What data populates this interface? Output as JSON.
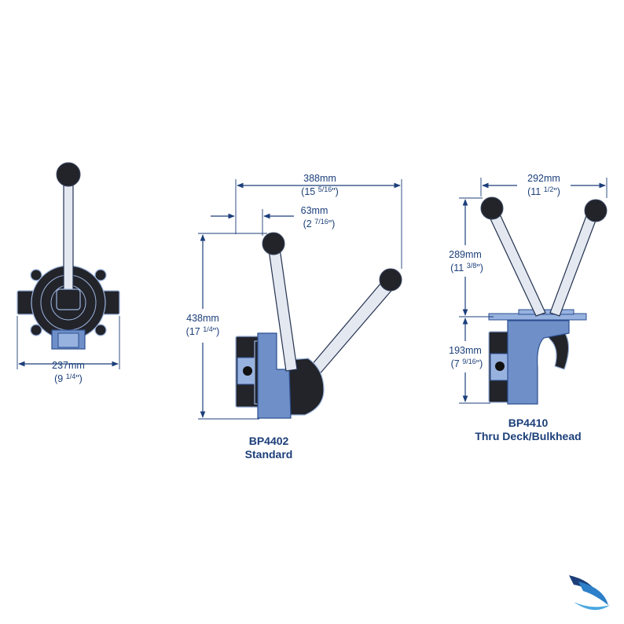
{
  "colors": {
    "dimension": "#1c3f7a",
    "pump_body": "#22242a",
    "pump_blue": "#6f8fc8",
    "handle": "#e4e8f0"
  },
  "front_view": {
    "width_mm": "237mm",
    "width_in_whole": "(9 ",
    "width_in_frac": "1/4",
    "width_in_close": "\")"
  },
  "standard": {
    "label_line1": "BP4402",
    "label_line2": "Standard",
    "width_mm": "388mm",
    "width_in_whole": "(15 ",
    "width_in_frac": "5/16",
    "width_in_close": "\")",
    "offset_mm": "63mm",
    "offset_in_whole": "(2 ",
    "offset_in_frac": "7/16",
    "offset_in_close": "\")",
    "height_mm": "438mm",
    "height_in_whole": "(17 ",
    "height_in_frac": "1/4",
    "height_in_close": "\")"
  },
  "thru_deck": {
    "label_line1": "BP4410",
    "label_line2": "Thru Deck/Bulkhead",
    "width_mm": "292mm",
    "width_in_whole": "(11 ",
    "width_in_frac": "1/2",
    "width_in_close": "\")",
    "upper_height_mm": "289mm",
    "upper_height_in_whole": "(11 ",
    "upper_height_in_frac": "3/8",
    "upper_height_in_close": "\")",
    "lower_height_mm": "193mm",
    "lower_height_in_whole": "(7 ",
    "lower_height_in_frac": "9/16",
    "lower_height_in_close": "\")"
  },
  "logo": {
    "icon": "sail-swoosh-logo"
  }
}
